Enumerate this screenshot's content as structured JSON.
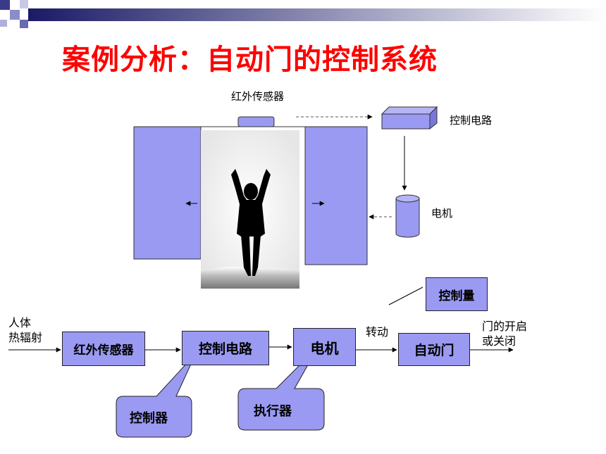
{
  "title": "案例分析：自动门的控制系统",
  "illustration": {
    "sensor_label": "红外传感器",
    "control_label": "控制电路",
    "motor_label": "电机"
  },
  "block_diagram": {
    "input_label_line1": "人体",
    "input_label_line2": "热辐射",
    "blocks": {
      "sensor": "红外传感器",
      "control": "控制电路",
      "motor": "电机",
      "door": "自动门"
    },
    "controlled_quantity": "控制量",
    "rotation_label": "转动",
    "output_label_line1": "门的开启",
    "output_label_line2": "或关闭",
    "callout_controller": "控制器",
    "callout_actuator": "执行器"
  },
  "colors": {
    "title": "#ff0000",
    "block_fill": "#9a9af2",
    "header_gradient_start": "#1a1a66",
    "header_gradient_end": "#ffffff"
  }
}
